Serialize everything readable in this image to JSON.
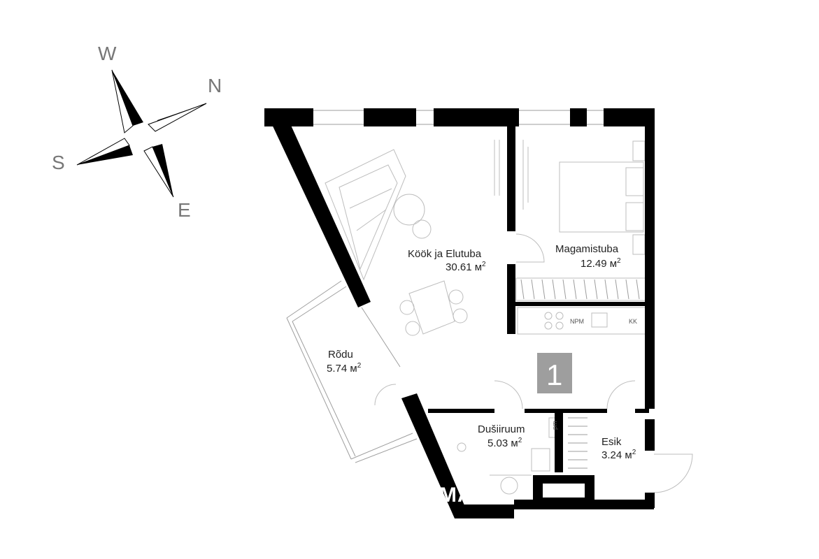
{
  "compass": {
    "north": "N",
    "south": "S",
    "east": "E",
    "west": "W"
  },
  "rooms": {
    "living": {
      "name": "Köök ja Elutuba",
      "area": "30.61 м",
      "unit_sup": "2"
    },
    "bedroom": {
      "name": "Magamistuba",
      "area": "12.49 м",
      "unit_sup": "2"
    },
    "balcony": {
      "name": "Rõdu",
      "area": "5.74 м",
      "unit_sup": "2"
    },
    "shower": {
      "name": "Dušiiruum",
      "area": "5.03 м",
      "unit_sup": "2"
    },
    "hall": {
      "name": "Esik",
      "area": "3.24 м",
      "unit_sup": "2"
    }
  },
  "fixtures": {
    "dishwasher": "NPM",
    "fridge": "KK",
    "washer": "pm"
  },
  "unit_number": "1",
  "watermark": "MA",
  "colors": {
    "wall": "#000000",
    "furniture": "#bdbdbd",
    "unit_badge": "#9e9e9e",
    "compass_label": "#777777"
  }
}
